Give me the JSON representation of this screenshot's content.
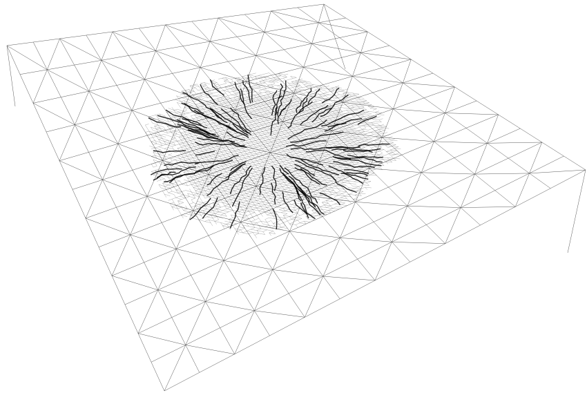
{
  "figure": {
    "subject": "triangulated-terrain-mesh",
    "background_color": "#ffffff",
    "mesh_color": "#555555",
    "dense_region_color": "#000000",
    "coarse_grid_divisions": 12,
    "fine_grid_divisions": 96
  }
}
